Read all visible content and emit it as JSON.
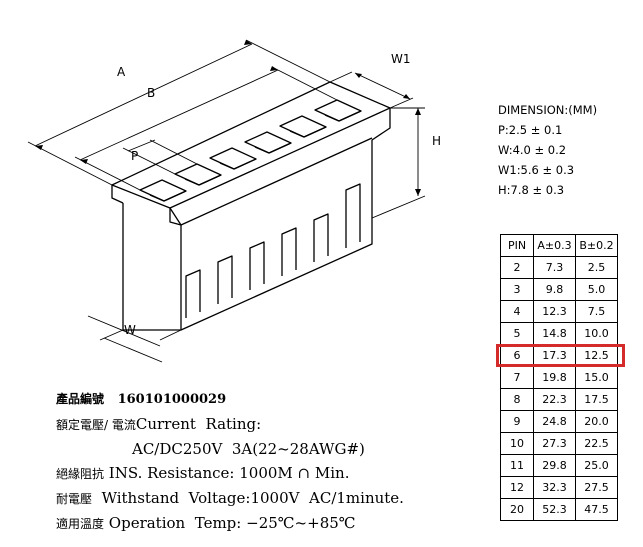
{
  "drawing": {
    "labels": {
      "a": "A",
      "b": "B",
      "p": "P",
      "w1": "W1",
      "h": "H",
      "w": "W"
    }
  },
  "dimensions": {
    "title": "DIMENSION:(MM)",
    "p": "P:2.5 ± 0.1",
    "w": "W:4.0 ± 0.2",
    "w1": "W1:5.6 ± 0.3",
    "h": "H:7.8 ± 0.3"
  },
  "table": {
    "headers": [
      "PIN",
      "A±0.3",
      "B±0.2"
    ],
    "rows": [
      [
        "2",
        "7.3",
        "2.5"
      ],
      [
        "3",
        "9.8",
        "5.0"
      ],
      [
        "4",
        "12.3",
        "7.5"
      ],
      [
        "5",
        "14.8",
        "10.0"
      ],
      [
        "6",
        "17.3",
        "12.5"
      ],
      [
        "7",
        "19.8",
        "15.0"
      ],
      [
        "8",
        "22.3",
        "17.5"
      ],
      [
        "9",
        "24.8",
        "20.0"
      ],
      [
        "10",
        "27.3",
        "22.5"
      ],
      [
        "11",
        "29.8",
        "25.0"
      ],
      [
        "12",
        "32.3",
        "27.5"
      ],
      [
        "20",
        "52.3",
        "47.5"
      ]
    ],
    "highlight_color": "#d42a2a"
  },
  "info": {
    "part_label": "產品編號",
    "part_number": "160101000029",
    "rating_label_cn": "額定電壓/ 電流",
    "rating_label_en": "Current  Rating:",
    "rating_value": "AC/DC250V  3A(22~28AWG#)",
    "ins_label_cn": "絕緣阻抗",
    "ins_label_en": "INS. Resistance:",
    "ins_value": "1000M ∩ Min.",
    "withstand_label_cn": "耐電壓",
    "withstand_label_en": "Withstand  Voltage:",
    "withstand_value": "1000V  AC/1minute.",
    "temp_label_cn": "適用溫度",
    "temp_label_en": "Operation  Temp:",
    "temp_value": "−25℃~+85℃"
  }
}
